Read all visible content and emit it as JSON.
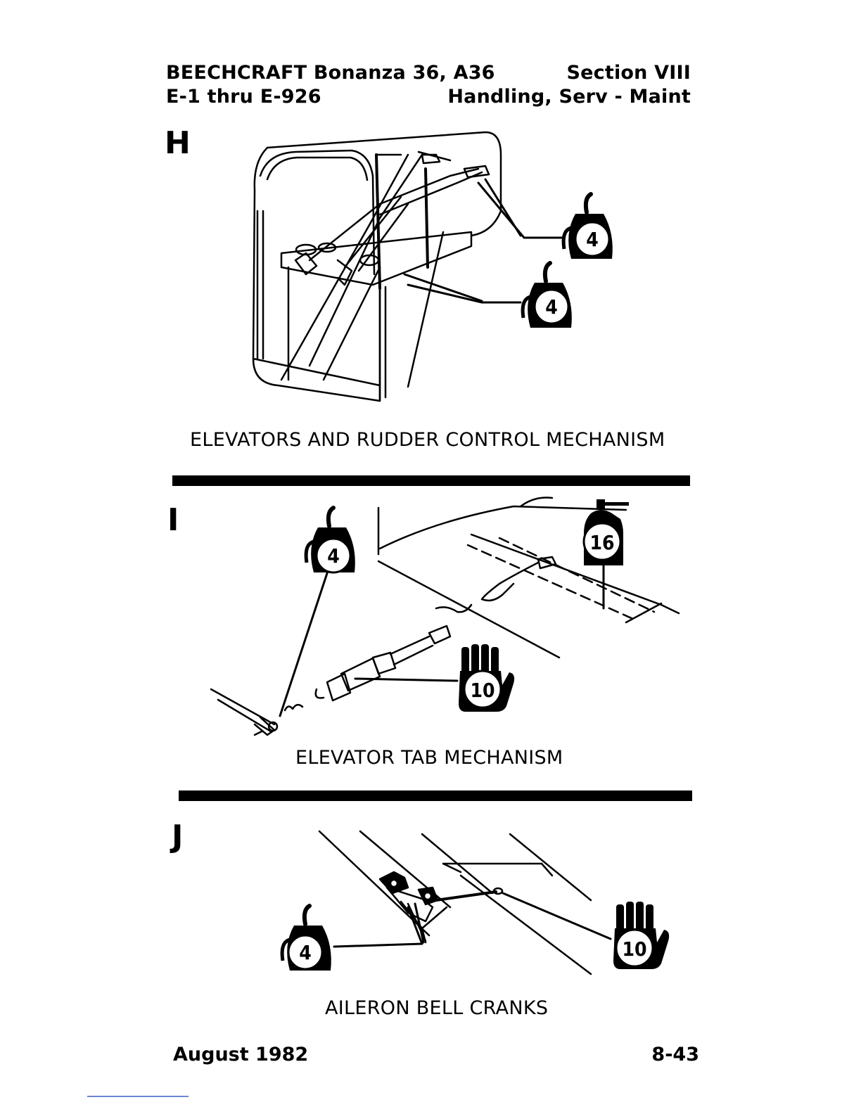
{
  "header": {
    "left_line1": "BEECHCRAFT Bonanza 36, A36",
    "left_line2": "E-1 thru E-926",
    "right_line1": "Section VIII",
    "right_line2": "Handling, Serv - Maint"
  },
  "sections": [
    {
      "letter": "H",
      "caption": "ELEVATORS AND RUDDER CONTROL MECHANISM",
      "lube_symbols": [
        {
          "type": "oil-can",
          "number": "4"
        },
        {
          "type": "oil-can",
          "number": "4"
        }
      ]
    },
    {
      "letter": "I",
      "caption": "ELEVATOR TAB MECHANISM",
      "lube_symbols": [
        {
          "type": "oil-can",
          "number": "4"
        },
        {
          "type": "spray-can",
          "number": "16"
        },
        {
          "type": "hand",
          "number": "10"
        }
      ]
    },
    {
      "letter": "J",
      "caption": "AILERON BELL CRANKS",
      "lube_symbols": [
        {
          "type": "oil-can",
          "number": "4"
        },
        {
          "type": "hand",
          "number": "10"
        }
      ]
    }
  ],
  "footer": {
    "date": "August 1982",
    "page": "8-43"
  }
}
